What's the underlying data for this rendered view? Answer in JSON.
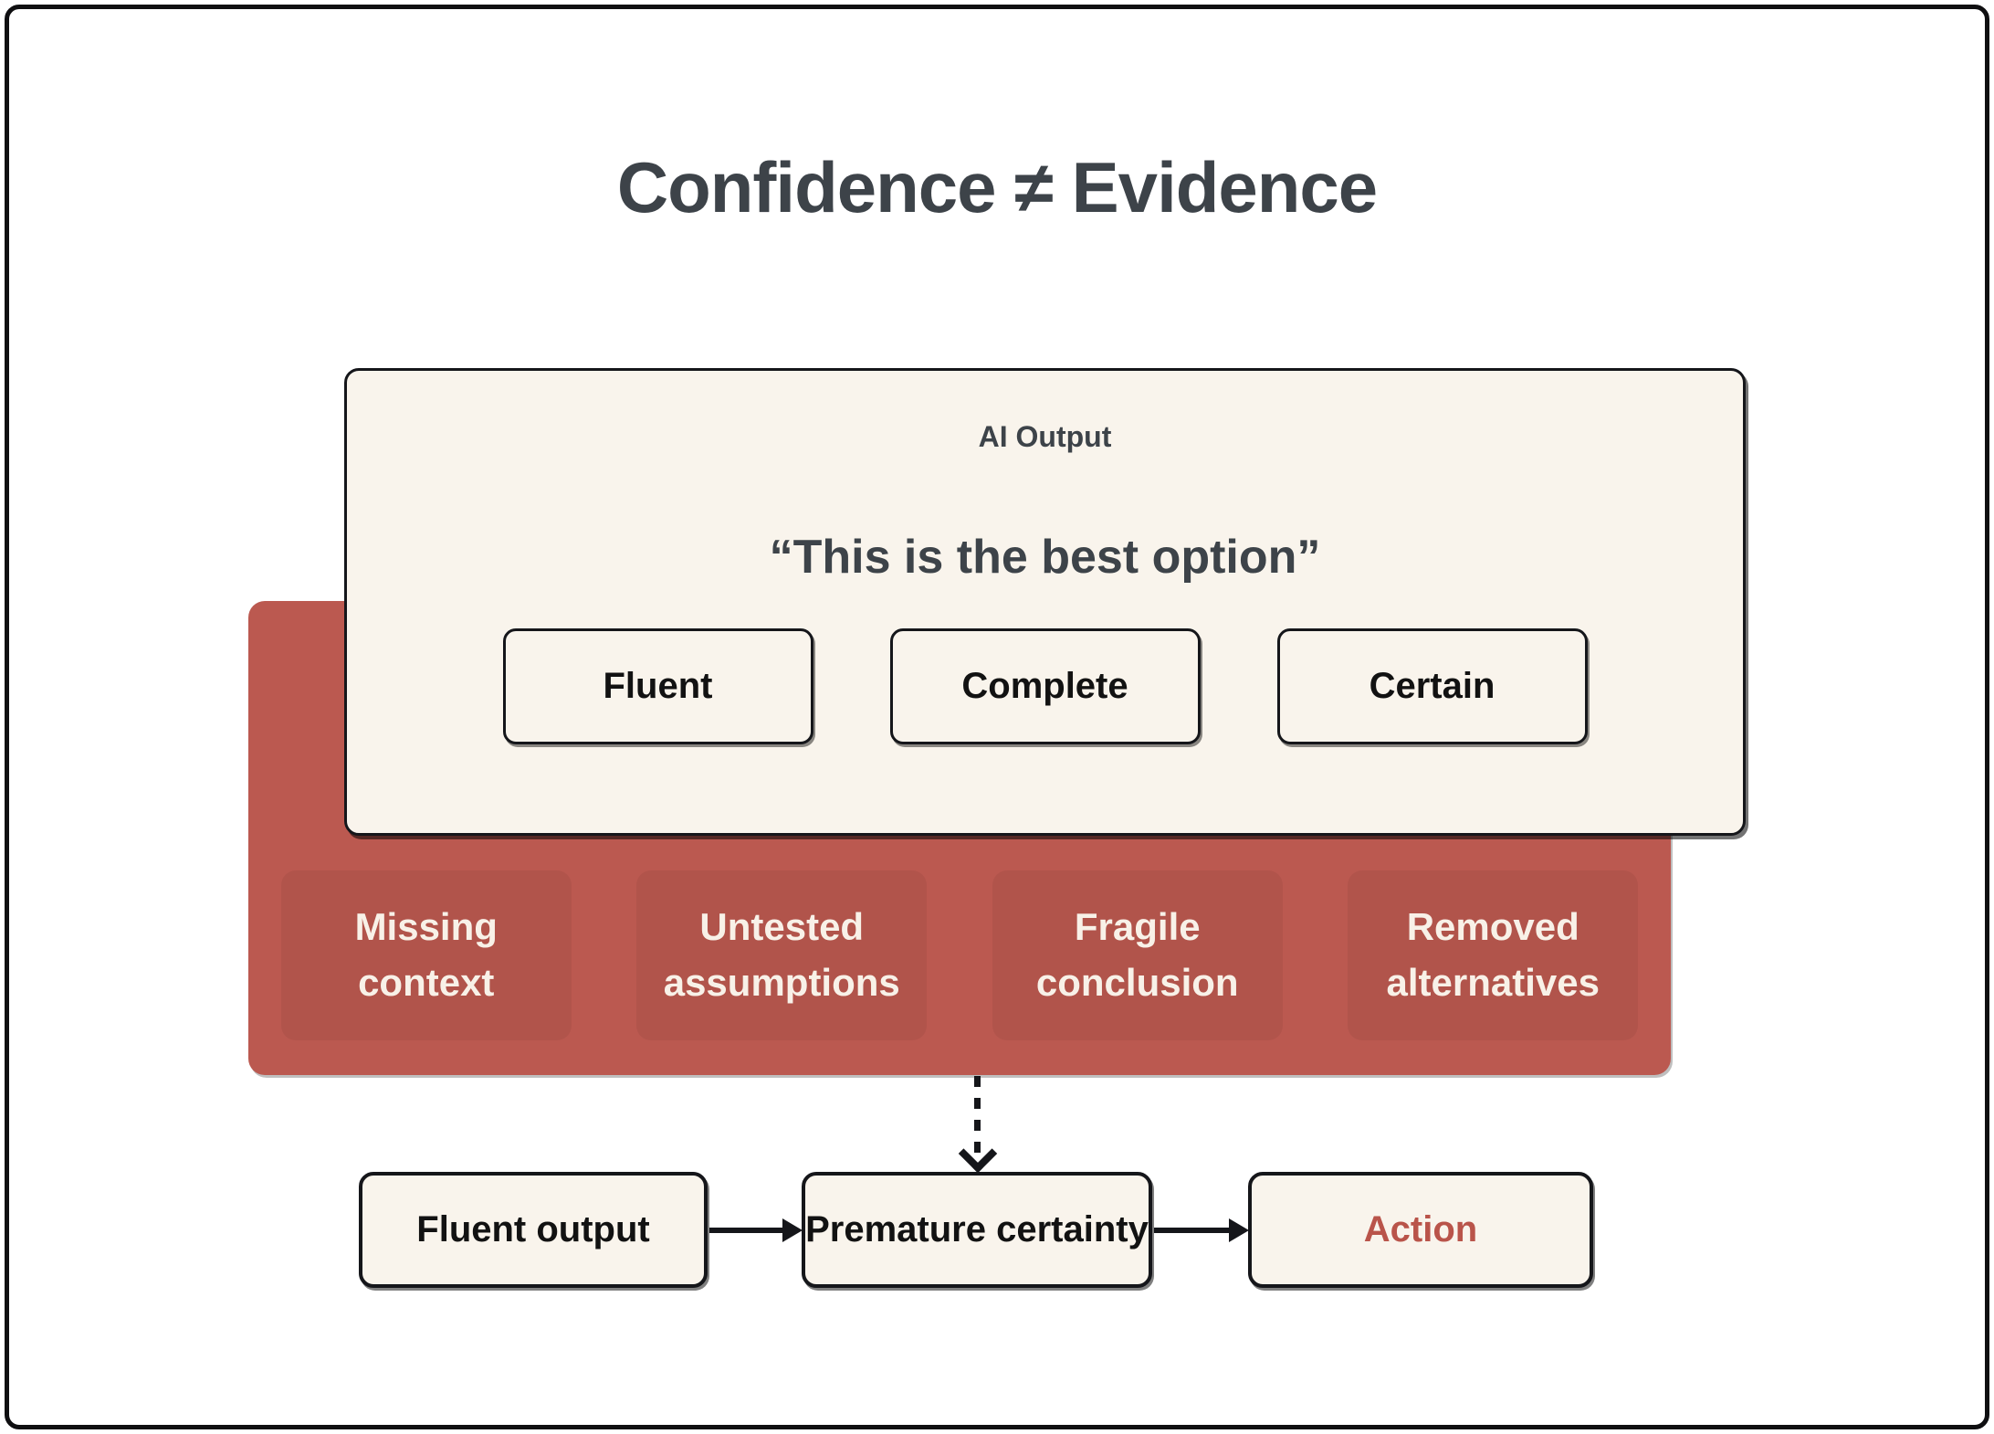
{
  "title": "Confidence ≠ Evidence",
  "ai_output": {
    "label": "AI Output",
    "quote": "“This is the best option”",
    "qualities": [
      "Fluent",
      "Complete",
      "Certain"
    ]
  },
  "hidden_flaws": {
    "items": [
      "Missing context",
      "Untested assumptions",
      "Fragile conclusion",
      "Removed alternatives"
    ]
  },
  "flow": {
    "steps": [
      "Fluent output",
      "Premature certainty",
      "Action"
    ]
  },
  "colors": {
    "red_band": "#bb5950",
    "cream": "#f9f4ec",
    "ink": "#15161a",
    "slate": "#3d4349",
    "text_on_red": "#f8f1e8",
    "action_text": "#b9544a"
  }
}
